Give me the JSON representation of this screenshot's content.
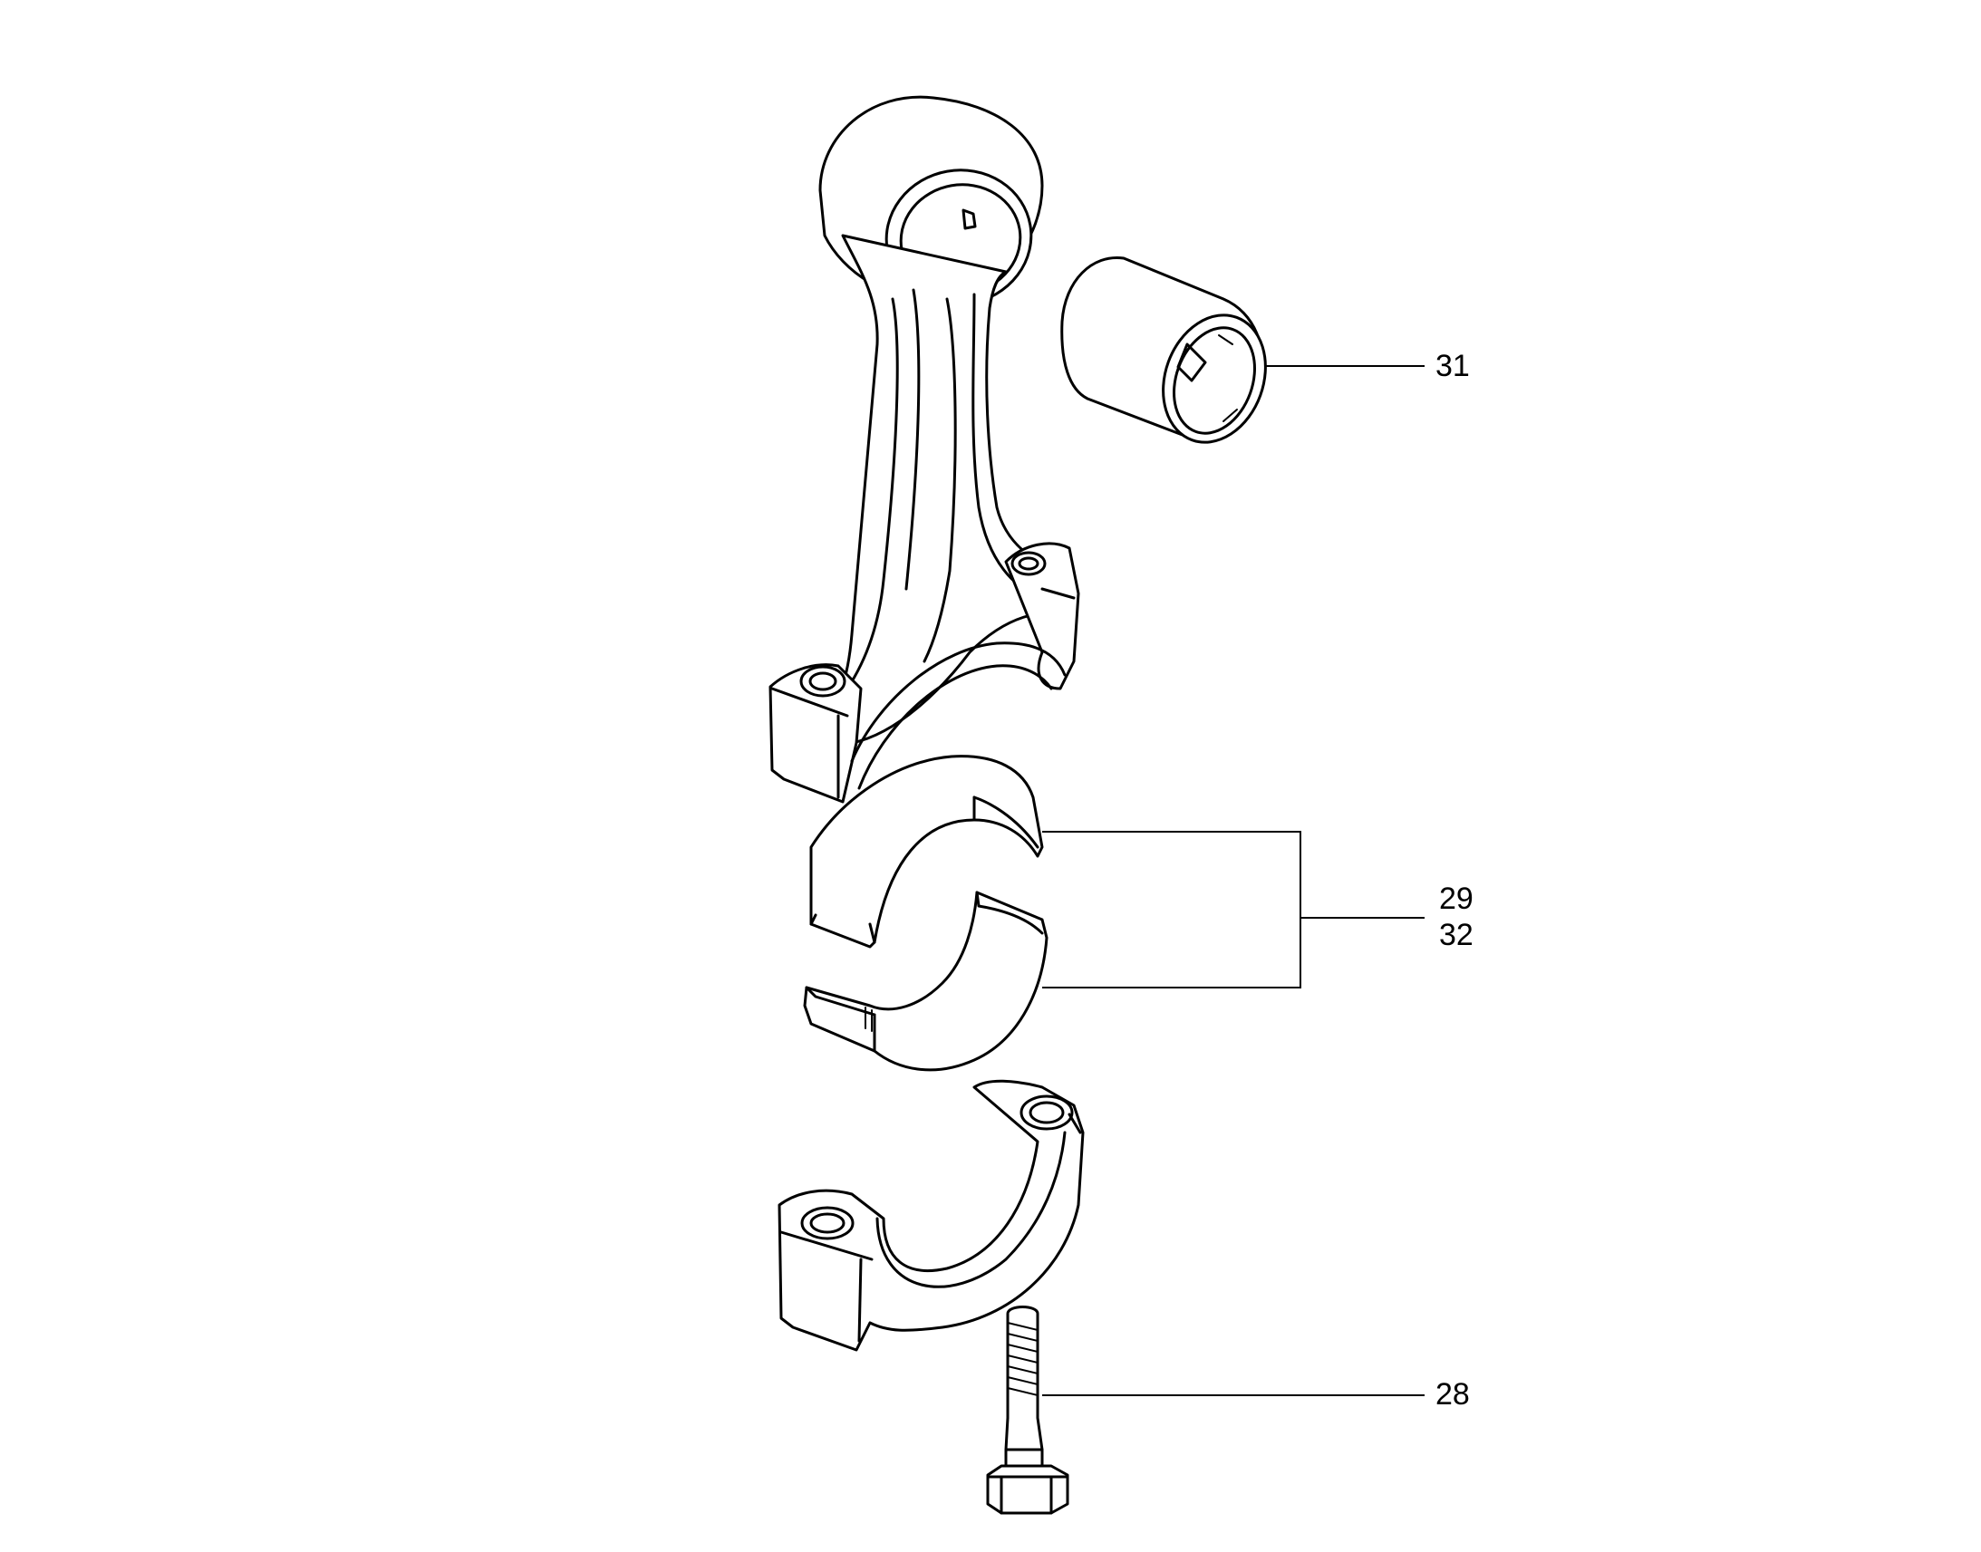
{
  "callouts": [
    {
      "id": "31",
      "label": "31",
      "part": "small-end-bushing"
    },
    {
      "id": "29",
      "label": "29",
      "part": "bearing-shells"
    },
    {
      "id": "32",
      "label": "32",
      "part": "bearing-shells"
    },
    {
      "id": "28",
      "label": "28",
      "part": "cap-bolt"
    }
  ],
  "colors": {
    "line": "#000000",
    "background": "#ffffff"
  }
}
